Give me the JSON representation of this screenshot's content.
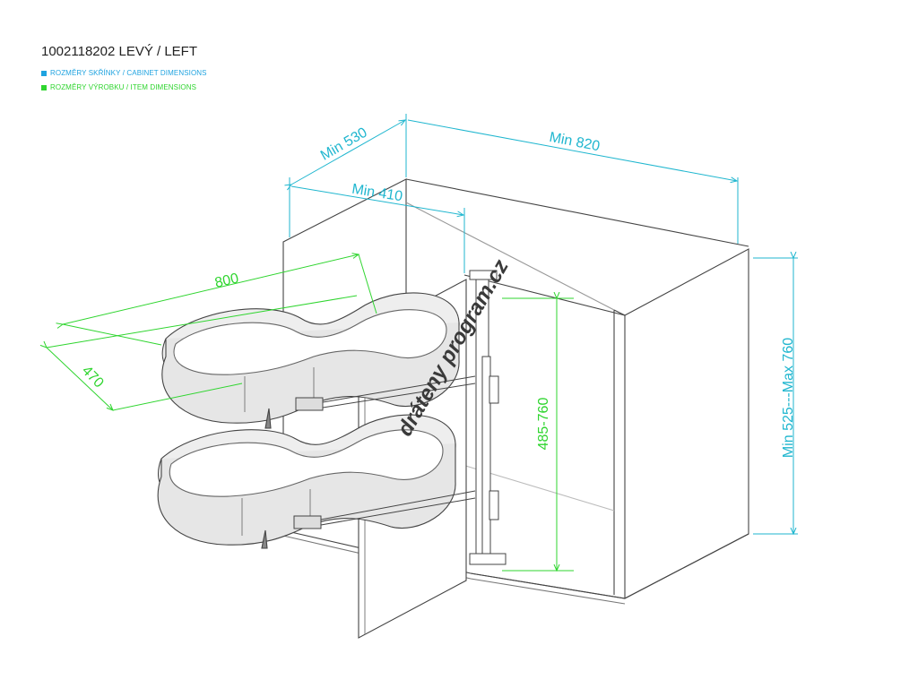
{
  "title": "1002118202 LEVÝ / LEFT",
  "legend": [
    {
      "label": "ROZMĚRY SKŘÍNKY / CABINET DIMENSIONS",
      "color": "#1fa3e0"
    },
    {
      "label": "ROZMĚRY VÝROBKU / ITEM DIMENSIONS",
      "color": "#2fd52f"
    }
  ],
  "colors": {
    "cabinet": "#1fb6cf",
    "item": "#2fd52f",
    "line": "#444444",
    "watermark": "#3a3a3a"
  },
  "dimensions": {
    "min_530": "Min 530",
    "min_820": "Min 820",
    "min_410": "Min 410",
    "w_800": "800",
    "d_470": "470",
    "h_485_760": "485-760",
    "h_cabinet": "Min 525---Max 760"
  },
  "watermark": "dráteny program.cz"
}
